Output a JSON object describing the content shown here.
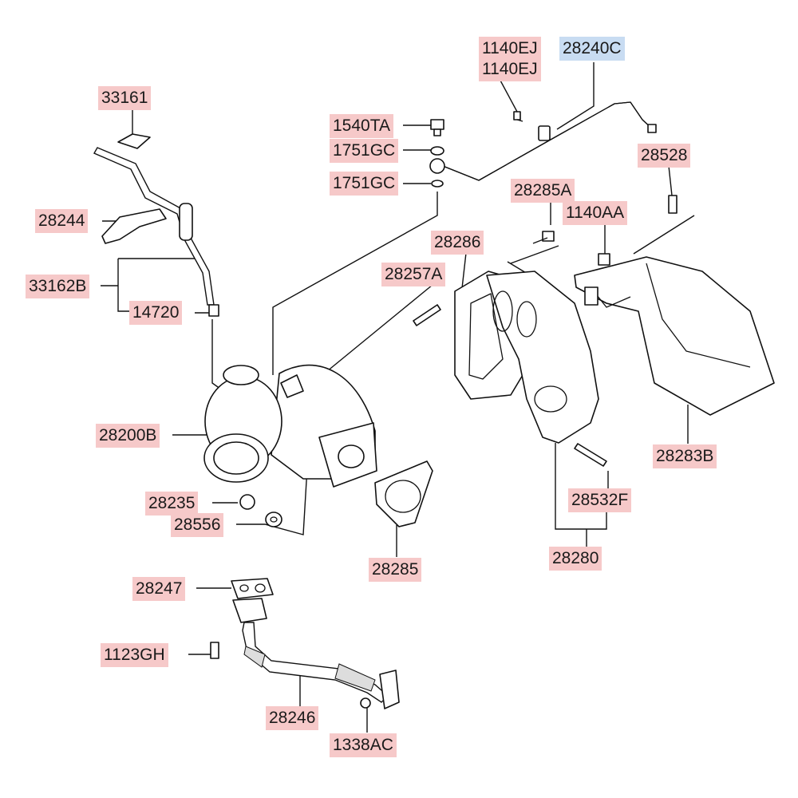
{
  "parts": [
    {
      "id": "p1140ej_a",
      "code": "1140EJ"
    },
    {
      "id": "p28240c",
      "code": "28240C",
      "highlighted": true
    },
    {
      "id": "p1140ej_b",
      "code": "1140EJ"
    },
    {
      "id": "p33161",
      "code": "33161"
    },
    {
      "id": "p1540ta",
      "code": "1540TA"
    },
    {
      "id": "p1751gc_a",
      "code": "1751GC"
    },
    {
      "id": "p28528",
      "code": "28528"
    },
    {
      "id": "p1751gc_b",
      "code": "1751GC"
    },
    {
      "id": "p28285a",
      "code": "28285A"
    },
    {
      "id": "p28244",
      "code": "28244"
    },
    {
      "id": "p1140aa",
      "code": "1140AA"
    },
    {
      "id": "p28286",
      "code": "28286"
    },
    {
      "id": "p28257a",
      "code": "28257A"
    },
    {
      "id": "p33162b",
      "code": "33162B"
    },
    {
      "id": "p14720",
      "code": "14720"
    },
    {
      "id": "p28200b",
      "code": "28200B"
    },
    {
      "id": "p28283b",
      "code": "28283B"
    },
    {
      "id": "p28532f",
      "code": "28532F"
    },
    {
      "id": "p28235",
      "code": "28235"
    },
    {
      "id": "p28556",
      "code": "28556"
    },
    {
      "id": "p28280",
      "code": "28280"
    },
    {
      "id": "p28285",
      "code": "28285"
    },
    {
      "id": "p28247",
      "code": "28247"
    },
    {
      "id": "p1123gh",
      "code": "1123GH"
    },
    {
      "id": "p28246",
      "code": "28246"
    },
    {
      "id": "p1338ac",
      "code": "1338AC"
    }
  ],
  "colors": {
    "label_bg": "#f6c9c9",
    "label_highlight_bg": "#c8dcf2",
    "line": "#111111"
  }
}
